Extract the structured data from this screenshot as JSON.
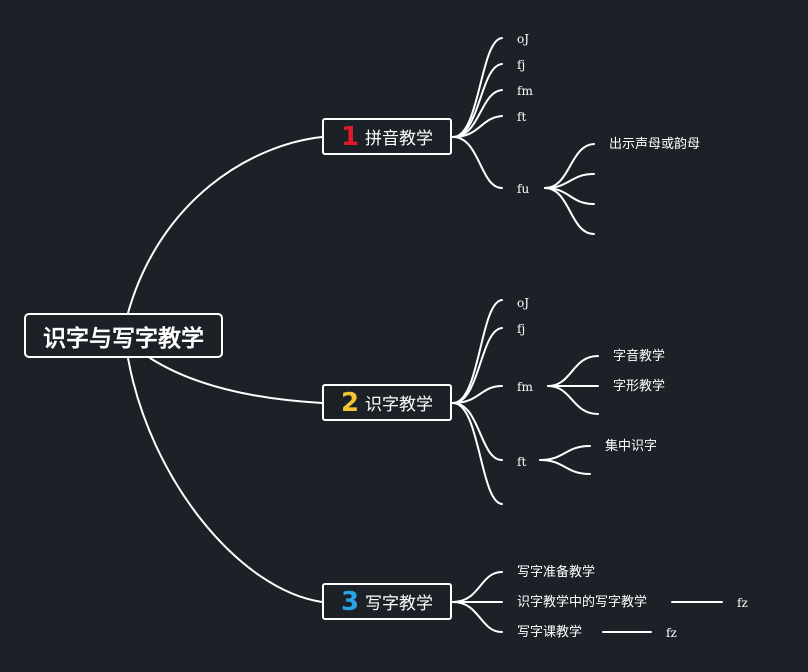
{
  "root": {
    "label": "识字与写字教学"
  },
  "branches": [
    {
      "number": "1",
      "label": "拼音教学",
      "children": [
        "oJ",
        "fj",
        "fm",
        "ft",
        "fu"
      ],
      "fu_children": [
        "出示声母或韵母"
      ]
    },
    {
      "number": "2",
      "label": "识字教学",
      "children": [
        "oJ",
        "fj",
        "fm",
        "ft"
      ],
      "fm_children": [
        "字音教学",
        "字形教学"
      ],
      "ft_children": [
        "集中识字"
      ]
    },
    {
      "number": "3",
      "label": "写字教学",
      "children": [
        "写字准备教学",
        "识字教学中的写字教学",
        "写字课教学"
      ],
      "child2_tail": "fz",
      "child3_tail": "fz"
    }
  ],
  "colors": {
    "background": "#1c2128",
    "line": "#ffffff",
    "badge1": "#e0192e",
    "badge2": "#f4c430",
    "badge3": "#2aa3e4"
  }
}
